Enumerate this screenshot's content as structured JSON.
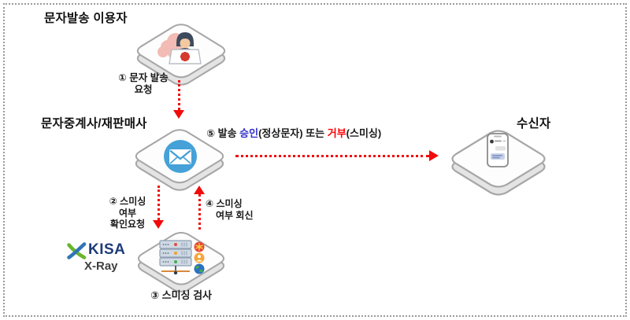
{
  "nodes": {
    "sender": {
      "title": "문자발송 이용자",
      "icon": "hacker-laptop-icon"
    },
    "relay": {
      "title": "문자중계사/재판매사",
      "icon": "mail-icon"
    },
    "receiver": {
      "title": "수신자",
      "icon": "smartphone-icon"
    },
    "scanner": {
      "logo_name": "KISA",
      "logo_product": "X-Ray",
      "icon": "server-icon"
    }
  },
  "steps": {
    "step1": {
      "line1": "① 문자 발송",
      "line2": "요청"
    },
    "step2": {
      "line1": "② 스미싱",
      "line2": "여부",
      "line3": "확인요청"
    },
    "step3": {
      "label": "③ 스미싱 검사"
    },
    "step4": {
      "line1": "④ 스미싱",
      "line2": "여부 회신"
    },
    "step5": {
      "prefix": "⑤ 발송 ",
      "approve": "승인",
      "middle": "(정상문자) 또는 ",
      "reject": "거부",
      "suffix": "(스미싱)"
    }
  },
  "colors": {
    "approve_blue": "#3333cc",
    "reject_red": "#ff0000",
    "arrow_red": "#f10b0b",
    "envelope_blue": "#45a1d8",
    "kisa_navy": "#1e3c78",
    "kisa_green": "#6ab52e",
    "kisa_blue": "#2e75b6",
    "frame_gray": "#9a9a9a"
  }
}
